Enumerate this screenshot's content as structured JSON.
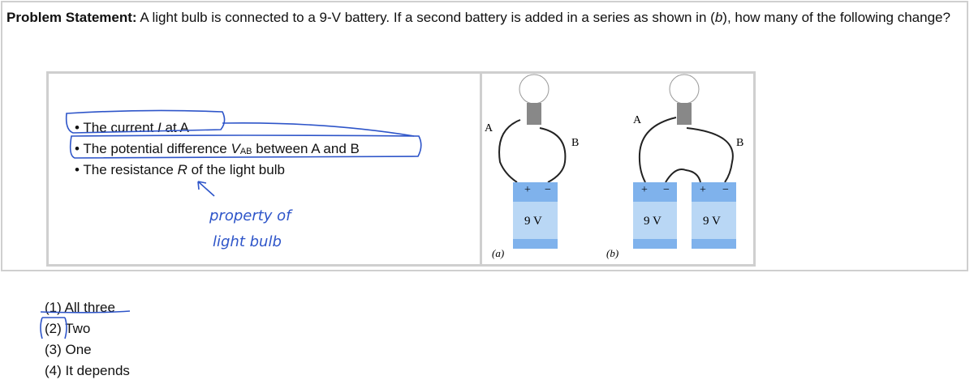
{
  "problem": {
    "label": "Problem Statement:",
    "text_before": " A light bulb is connected to a 9-V battery. If a second battery is added in a series as shown in (",
    "b": "b",
    "text_after": "), how many of the following change?"
  },
  "bullets": [
    {
      "a": "The current ",
      "v": "I",
      "b": " at A"
    },
    {
      "a": "The potential difference ",
      "v": "V",
      "sub": "AB",
      "b": " between A and B"
    },
    {
      "a": "The resistance ",
      "v": "R",
      "b": " of the light bulb"
    }
  ],
  "annotation": {
    "line1": "property of",
    "line2": "light bulb"
  },
  "figure": {
    "label_a": "A",
    "label_b": "B",
    "battery": "9 V",
    "plus": "+",
    "minus": "−",
    "caption_a": "(a)",
    "caption_b": "(b)"
  },
  "answers": [
    "(1)  All three",
    "(2)  Two",
    "(3)  One",
    "(4)  It depends"
  ],
  "colors": {
    "battery_dark": "#7fb2ec",
    "battery_light": "#b9d7f5",
    "ink": "#2e55c9"
  }
}
